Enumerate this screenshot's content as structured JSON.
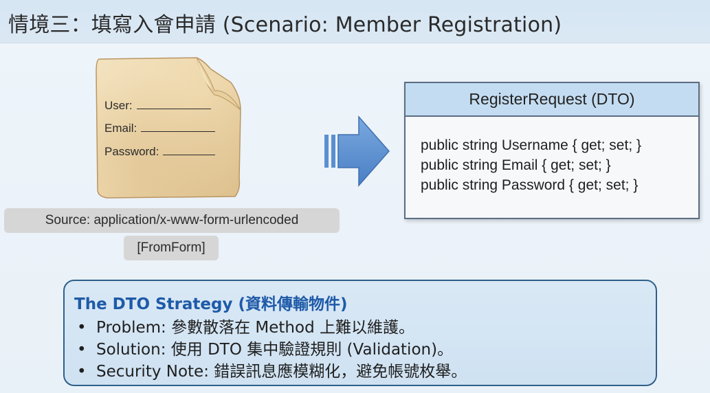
{
  "title": "情境三：填寫入會申請 (Scenario: Member Registration)",
  "form": {
    "fields": [
      {
        "label": "User:"
      },
      {
        "label": "Email:"
      },
      {
        "label": "Password:"
      }
    ]
  },
  "source_label": "Source: application/x-www-form-urlencoded",
  "binding_label": "[FromForm]",
  "dto": {
    "header": "RegisterRequest (DTO)",
    "properties": [
      "public string Username { get; set; }",
      "public string Email { get; set; }",
      "public string Password { get; set; }"
    ]
  },
  "strategy": {
    "title": "The DTO Strategy (資料傳輸物件)",
    "bullets": [
      "Problem: 參數散落在 Method 上難以維護。",
      "Solution: 使用 DTO 集中驗證規則 (Validation)。",
      "Security Note: 錯誤訊息應模糊化，避免帳號枚舉。"
    ]
  },
  "colors": {
    "accent": "#1e5aa8",
    "dto_header": "#c3dcf1",
    "arrow": "#5b8fd1"
  }
}
